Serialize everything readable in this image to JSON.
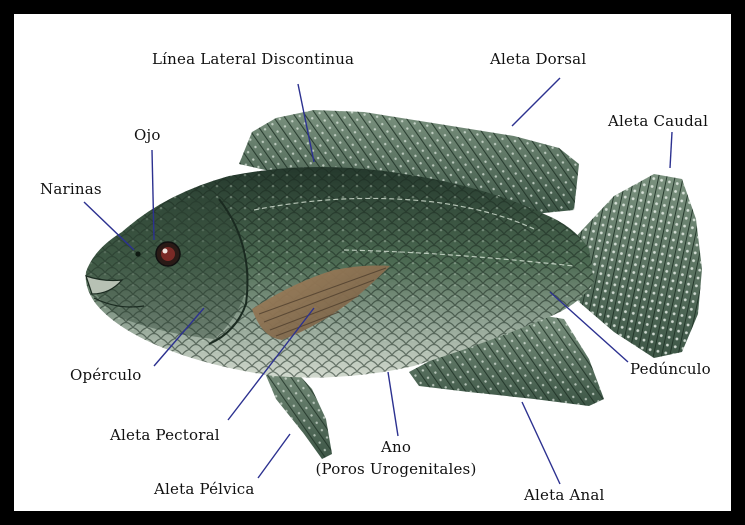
{
  "diagram": {
    "labels": {
      "linea_lateral": "Línea Lateral Discontinua",
      "aleta_dorsal": "Aleta Dorsal",
      "aleta_caudal": "Aleta Caudal",
      "ojo": "Ojo",
      "narinas": "Narinas",
      "operculo": "Opérculo",
      "pedunculo": "Pedúnculo",
      "aleta_pectoral": "Aleta Pectoral",
      "ano": "Ano",
      "poros": "(Poros Urogenitales)",
      "aleta_pelvica": "Aleta Pélvica",
      "aleta_anal": "Aleta Anal"
    },
    "colors": {
      "frame": "#000000",
      "background": "#ffffff",
      "body_dark": "#2f4a3a",
      "body_mid": "#5e7a62",
      "belly": "#c9d2c4",
      "fin_pectoral": "#8a6f50",
      "leader_line": "#2c3190"
    }
  }
}
